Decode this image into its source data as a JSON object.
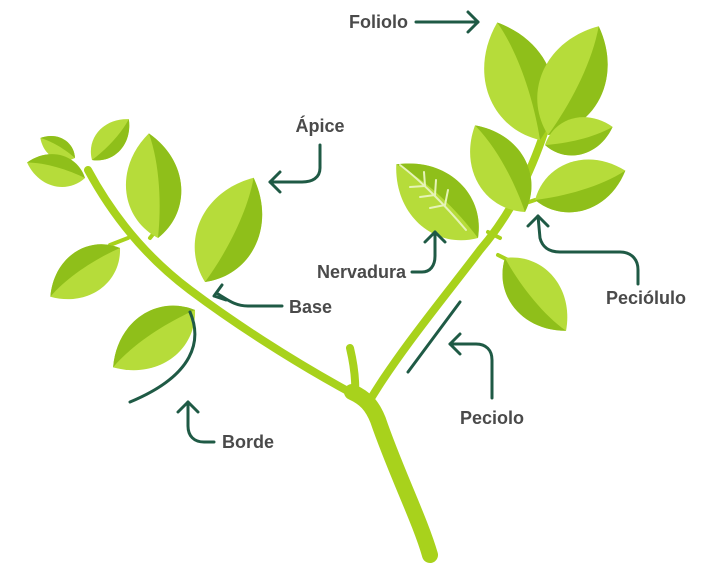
{
  "labels": {
    "foliolo": "Foliolo",
    "apice": "Ápice",
    "base": "Base",
    "borde": "Borde",
    "nervadura": "Nervadura",
    "peciolulo": "Peciólulo",
    "peciolo": "Peciolo"
  },
  "colors": {
    "stem": "#a8d21c",
    "leaf_light": "#b6dc3a",
    "leaf_dark": "#8fbf1a",
    "leaf_vein": "#e6f3b8",
    "pointer": "#1f5a45",
    "text": "#4a4a4a"
  }
}
